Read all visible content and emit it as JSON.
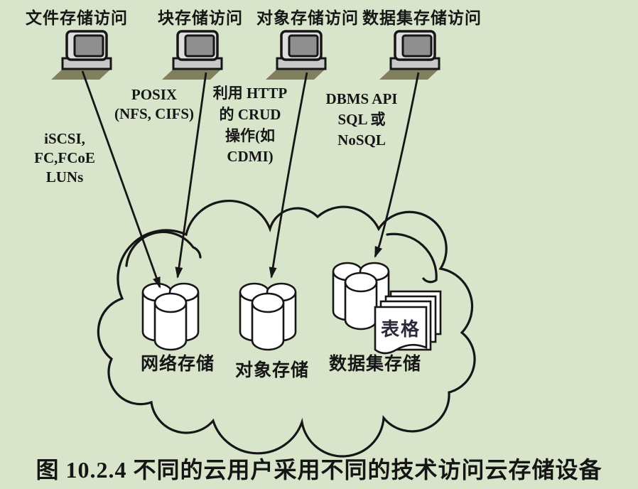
{
  "colors": {
    "background": "#d8e5cb",
    "ink": "#1a1a1a",
    "cylinder_fill": "#ffffff",
    "monitor_screen": "#8f8f8f",
    "monitor_frame": "#dedede",
    "computer_base": "#c9c9c9",
    "computer_shadow": "#80805e"
  },
  "clients": [
    {
      "label": "文件存储访问",
      "protocol": "iSCSI,\nFC,FCoE\nLUNs"
    },
    {
      "label": "块存储访问",
      "protocol": "POSIX\n(NFS, CIFS)"
    },
    {
      "label": "对象存储访问",
      "protocol": "利用 HTTP\n的 CRUD\n操作(如\nCDMI)"
    },
    {
      "label": "数据集存储访问",
      "protocol": "DBMS API\nSQL 或\nNoSQL"
    }
  ],
  "cloud": {
    "storages": [
      {
        "label": "网络存储"
      },
      {
        "label": "对象存储"
      },
      {
        "label": "数据集存储"
      }
    ],
    "table_icon_label": "表格"
  },
  "caption": "图 10.2.4 不同的云用户采用不同的技术访问云存储设备"
}
